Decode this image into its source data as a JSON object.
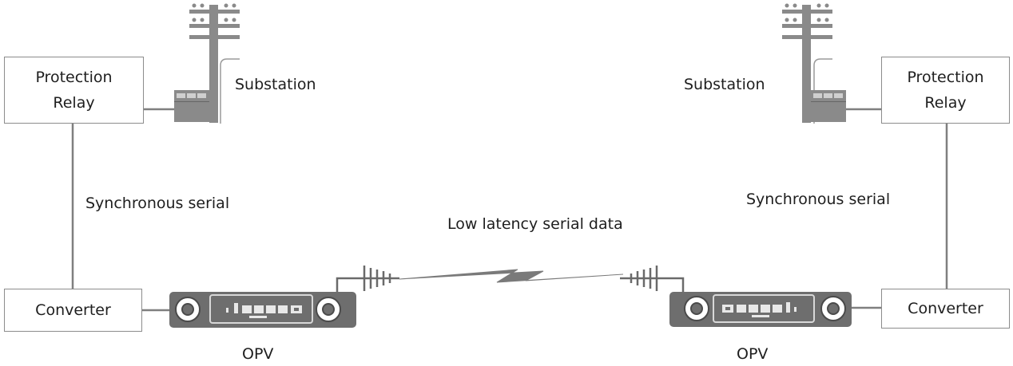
{
  "left": {
    "relay_label": "Protection Relay",
    "substation_label": "Substation",
    "link_label": "Synchronous serial",
    "converter_label": "Converter",
    "device_label": "OPV"
  },
  "right": {
    "relay_label": "Protection Relay",
    "substation_label": "Substation",
    "link_label": "Synchronous serial",
    "converter_label": "Converter",
    "device_label": "OPV"
  },
  "wireless_link_label": "Low latency serial data",
  "colors": {
    "line": "#7f7f7f",
    "device": "#6e6e6e",
    "device_dark": "#4a4a4a",
    "text": "#1e1e1e"
  }
}
